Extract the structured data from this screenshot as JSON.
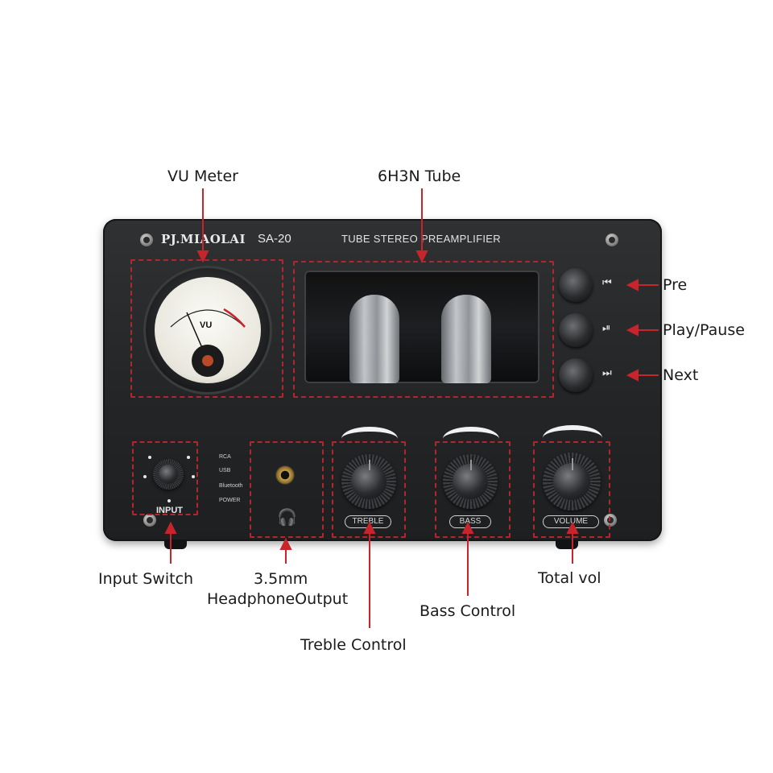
{
  "callouts": {
    "vu_meter": "VU Meter",
    "tube": "6H3N Tube",
    "pre": "Pre",
    "play_pause": "Play/Pause",
    "next": "Next",
    "input_switch": "Input Switch",
    "headphone_line1": "3.5mm",
    "headphone_line2": "HeadphoneOutput",
    "treble": "Treble Control",
    "bass": "Bass Control",
    "volume": "Total vol"
  },
  "panel": {
    "brand": "PJ.MIAOLAI",
    "model": "SA-20",
    "subtitle": "TUBE STEREO PREAMPLIFIER",
    "vu_text": "VU",
    "input_label": "INPUT",
    "leds": [
      "RCA",
      "USB",
      "Bluetooth",
      "POWER"
    ],
    "knobs": {
      "treble": "TREBLE",
      "bass": "BASS",
      "volume": "VOLUME"
    }
  },
  "colors": {
    "callout_red": "#c8242c",
    "panel": "#26282a"
  }
}
